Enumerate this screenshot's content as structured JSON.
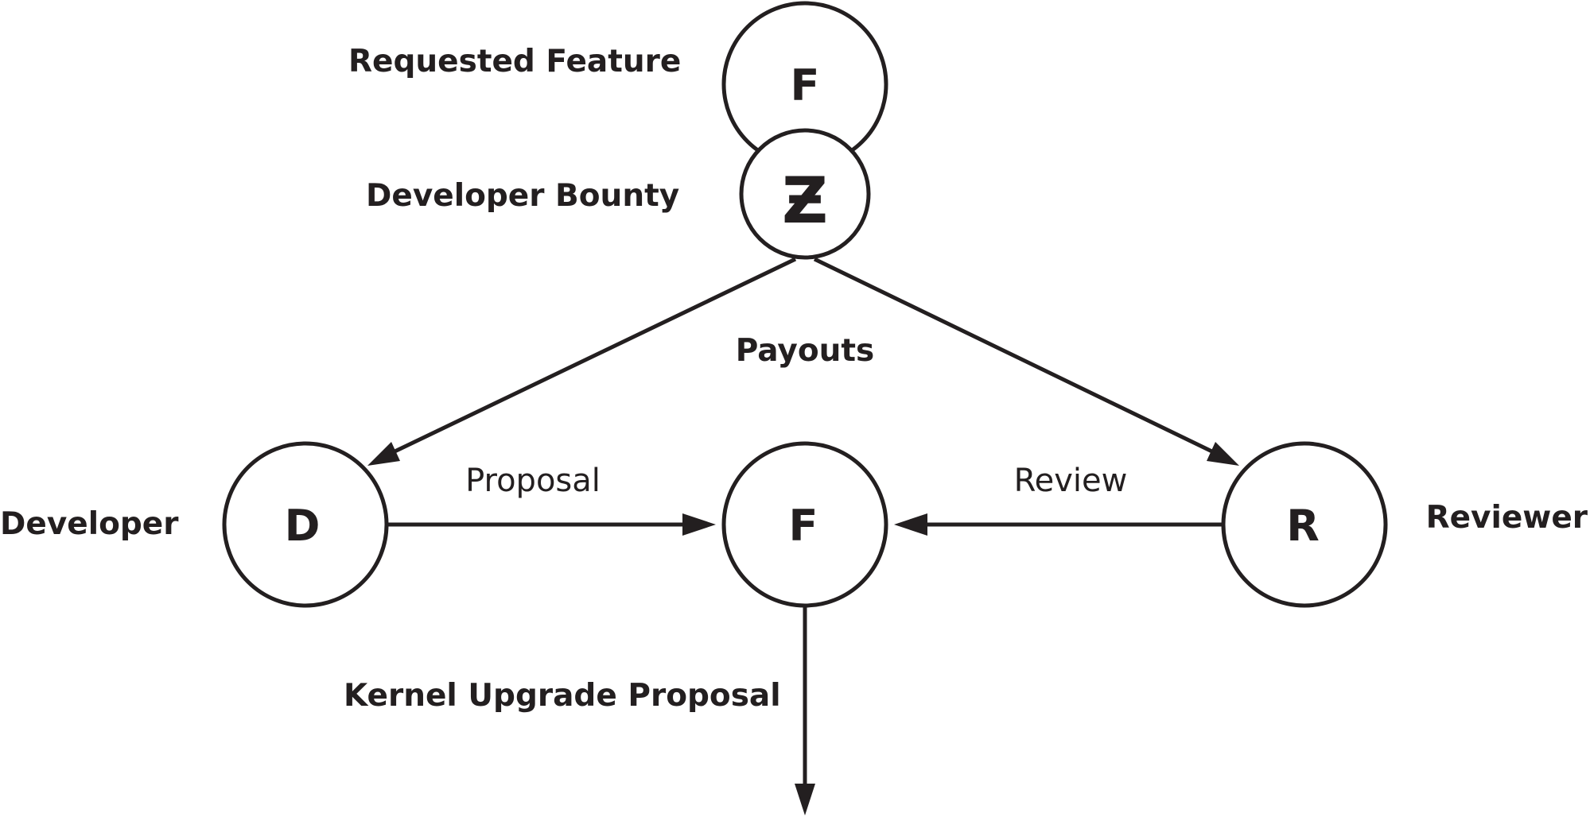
{
  "colors": {
    "ink": "#231f20",
    "background": "#ffffff"
  },
  "labels": {
    "requested_feature": "Requested Feature",
    "developer_bounty": "Developer Bounty",
    "payouts": "Payouts",
    "developer": "Developer",
    "reviewer": "Reviewer",
    "kernel_upgrade_proposal": "Kernel Upgrade Proposal",
    "proposal": "Proposal",
    "review": "Review"
  },
  "nodes": {
    "requested_feature": "F",
    "bounty": "Ƶ",
    "developer": "D",
    "feature": "F",
    "reviewer": "R"
  }
}
